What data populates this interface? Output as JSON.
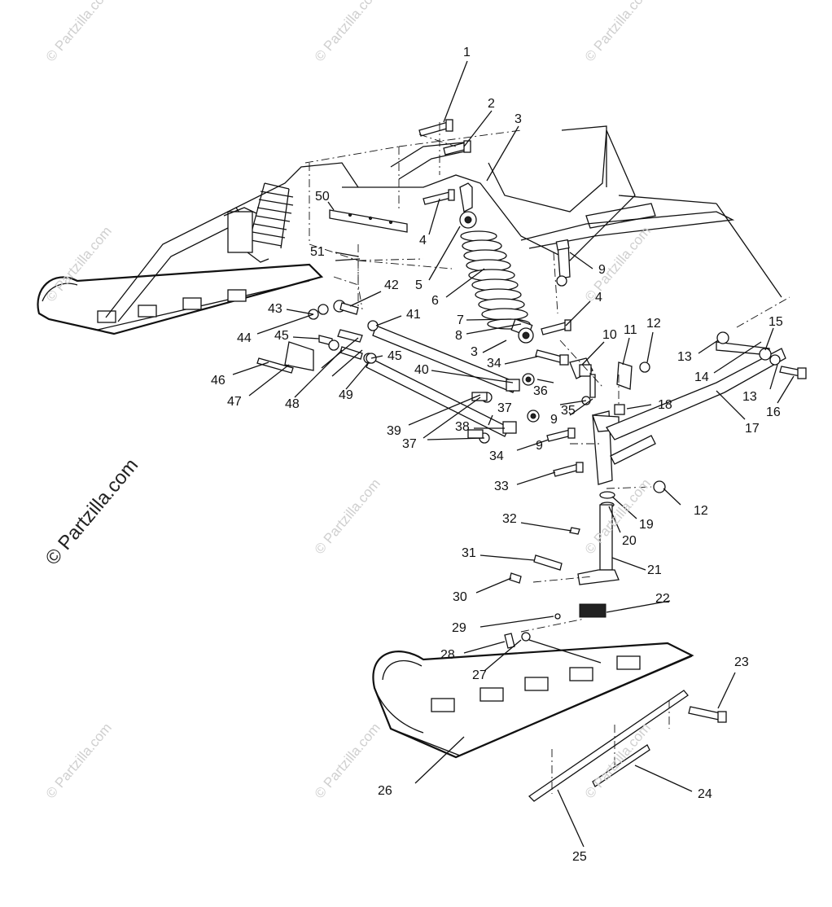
{
  "watermark": {
    "small": "© Partzilla.com",
    "large": "© Partzilla.com"
  },
  "callouts": [
    "1",
    "2",
    "3",
    "4",
    "5",
    "6",
    "7",
    "8",
    "9",
    "10",
    "11",
    "12",
    "13",
    "14",
    "15",
    "16",
    "17",
    "18",
    "19",
    "20",
    "21",
    "22",
    "23",
    "24",
    "25",
    "26",
    "27",
    "28",
    "29",
    "30",
    "31",
    "32",
    "33",
    "34",
    "35",
    "36",
    "37",
    "38",
    "39",
    "40",
    "41",
    "42",
    "43",
    "44",
    "45",
    "46",
    "47",
    "48",
    "49",
    "50",
    "51"
  ],
  "extra_callouts": {
    "c3b": "3",
    "c4b": "4",
    "c4c": "4",
    "c9b": "9",
    "c9c": "9",
    "c12b": "12",
    "c13b": "13",
    "c34b": "34",
    "c37b": "37",
    "c45b": "45"
  }
}
